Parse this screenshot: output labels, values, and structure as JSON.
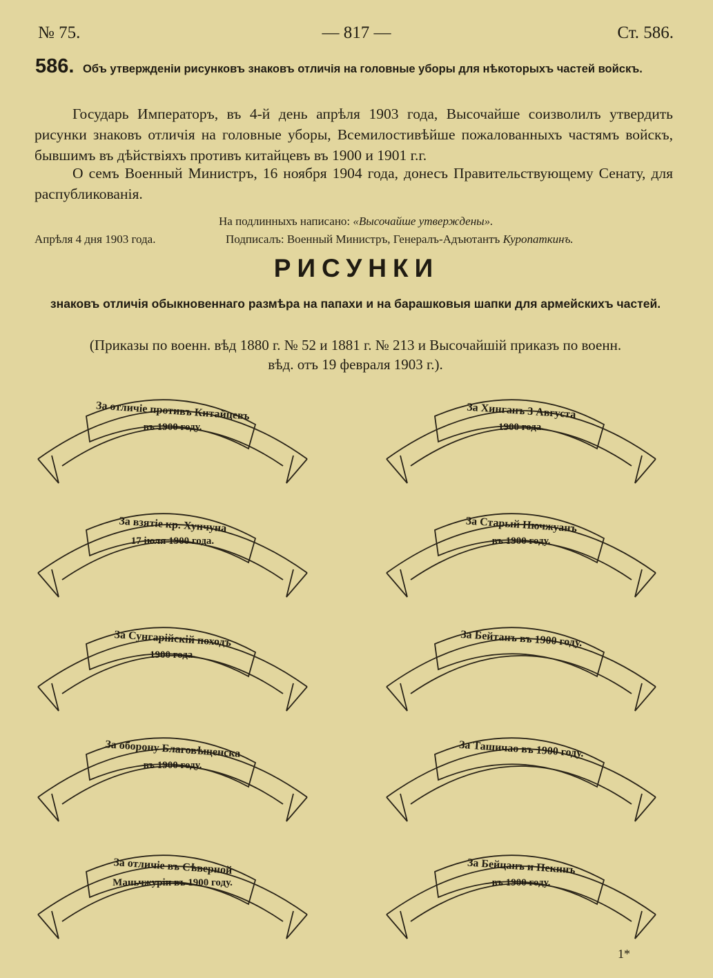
{
  "header": {
    "issue": "№ 75.",
    "page": "— 817 —",
    "article_ref": "Ст. 586."
  },
  "article": {
    "number": "586.",
    "title": "Объ утвержденiи рисунковъ знаковъ отличiя на головные уборы для нѣкоторыхъ частей войскъ.",
    "paragraph1": "Государь Императоръ, въ 4-й день апрѣля 1903 года, Высочайше соизволилъ утвердить рисунки знаковъ отличiя на головные уборы, Всемилостивѣйше пожалованныхъ частямъ войскъ, бывшимъ въ дѣйствiяхъ противъ китайцевъ въ 1900 и 1901 г.г.",
    "paragraph2": "О семъ Военный Министръ, 16 ноября 1904 года, донесъ Правительствующему Сенату, для распубликованiя."
  },
  "signature": {
    "written_label": "На подлинныхъ написано: ",
    "written_value": "«Высочайше утверждены».",
    "date": "Апрѣля 4 дня 1903 года.",
    "signed_label": "Подписалъ: Военный Министръ, Генералъ-Адъютантъ ",
    "signed_name": "Куропаткинъ."
  },
  "section": {
    "title": "РИСУНКИ",
    "subtitle": "знаковъ отличiя обыкновеннаго размѣра на папахи и на барашковыя шапки для армейскихъ частей.",
    "orders_line1": "(Приказы по военн. вѣд 1880 г. № 52 и 1881 г. № 213 и Высочайшiй приказъ по военн.",
    "orders_line2": "вѣд. отъ 19 февраля 1903 г.)."
  },
  "banners": [
    {
      "line1": "За отличiе противъ Китайцевъ",
      "line2": "въ 1900 году."
    },
    {
      "line1": "За Хинганъ 3 Августа",
      "line2": "1900 года."
    },
    {
      "line1": "За взятiе кр. Хунчуна",
      "line2": "17 iюля 1900 года."
    },
    {
      "line1": "За Старый Нючжуанъ",
      "line2": "въ 1900 году."
    },
    {
      "line1": "За Сунгарiйскiй походъ",
      "line2": "1900 года."
    },
    {
      "line1": "За Бейтанъ въ 1900 году.",
      "line2": ""
    },
    {
      "line1": "За оборону Благовѣщенска",
      "line2": "въ 1900 году."
    },
    {
      "line1": "За Ташичао въ 1900 году.",
      "line2": ""
    },
    {
      "line1": "За отличiе въ Сѣверной",
      "line2": "Маньчжурiи въ 1900 году."
    },
    {
      "line1": "За Бейцанъ и Пекинъ",
      "line2": "въ 1900 году."
    }
  ],
  "footer": {
    "signature_mark": "1*"
  }
}
